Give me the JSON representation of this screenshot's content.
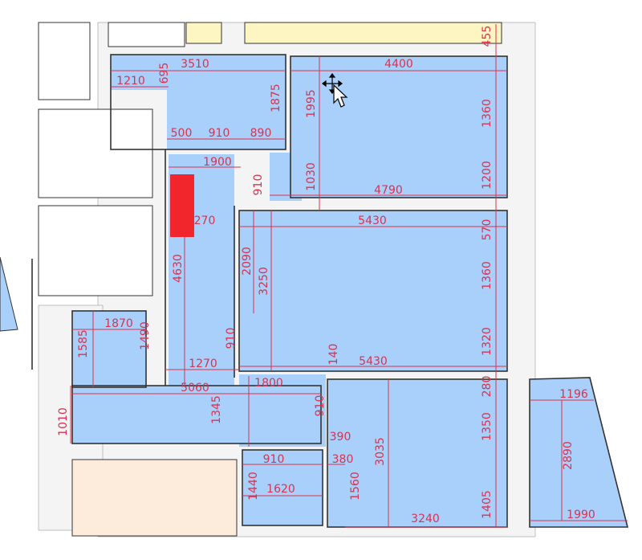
{
  "plan": {
    "colors": {
      "room": "#a9cffb",
      "dimension": "#e0304a",
      "marker": "#f0262c",
      "balcony_top": "#fdf6c3",
      "adjacent": "#fdebdc"
    },
    "cursor_icon": "move-cursor-icon",
    "dimensions": {
      "top_455": "455",
      "top_3510": "3510",
      "top_4400": "4400",
      "d1210": "1210",
      "d695": "695",
      "d1875": "1875",
      "d1995": "1995",
      "d1360a": "1360",
      "d500": "500",
      "d910a": "910",
      "d890": "890",
      "d1900": "1900",
      "d910b": "910",
      "d1030": "1030",
      "d4790": "4790",
      "d1200": "1200",
      "d270": "270",
      "d5430a": "5430",
      "d570": "570",
      "d4630": "4630",
      "d2090": "2090",
      "d3250": "3250",
      "d1360b": "1360",
      "d1870": "1870",
      "d1585": "1585",
      "d1490": "1490",
      "d910c": "910",
      "d1320": "1320",
      "d1270": "1270",
      "d140": "140",
      "d5430b": "5430",
      "d5060": "5060",
      "d1800": "1800",
      "d280": "280",
      "d1196": "1196",
      "d1345": "1345",
      "d910d": "910",
      "d1010": "1010",
      "d1350": "1350",
      "d390": "390",
      "d3035": "3035",
      "d2890": "2890",
      "d910e": "910",
      "d380": "380",
      "d1440": "1440",
      "d1620": "1620",
      "d1560": "1560",
      "d1405": "1405",
      "d3240": "3240",
      "d1990": "1990"
    }
  }
}
